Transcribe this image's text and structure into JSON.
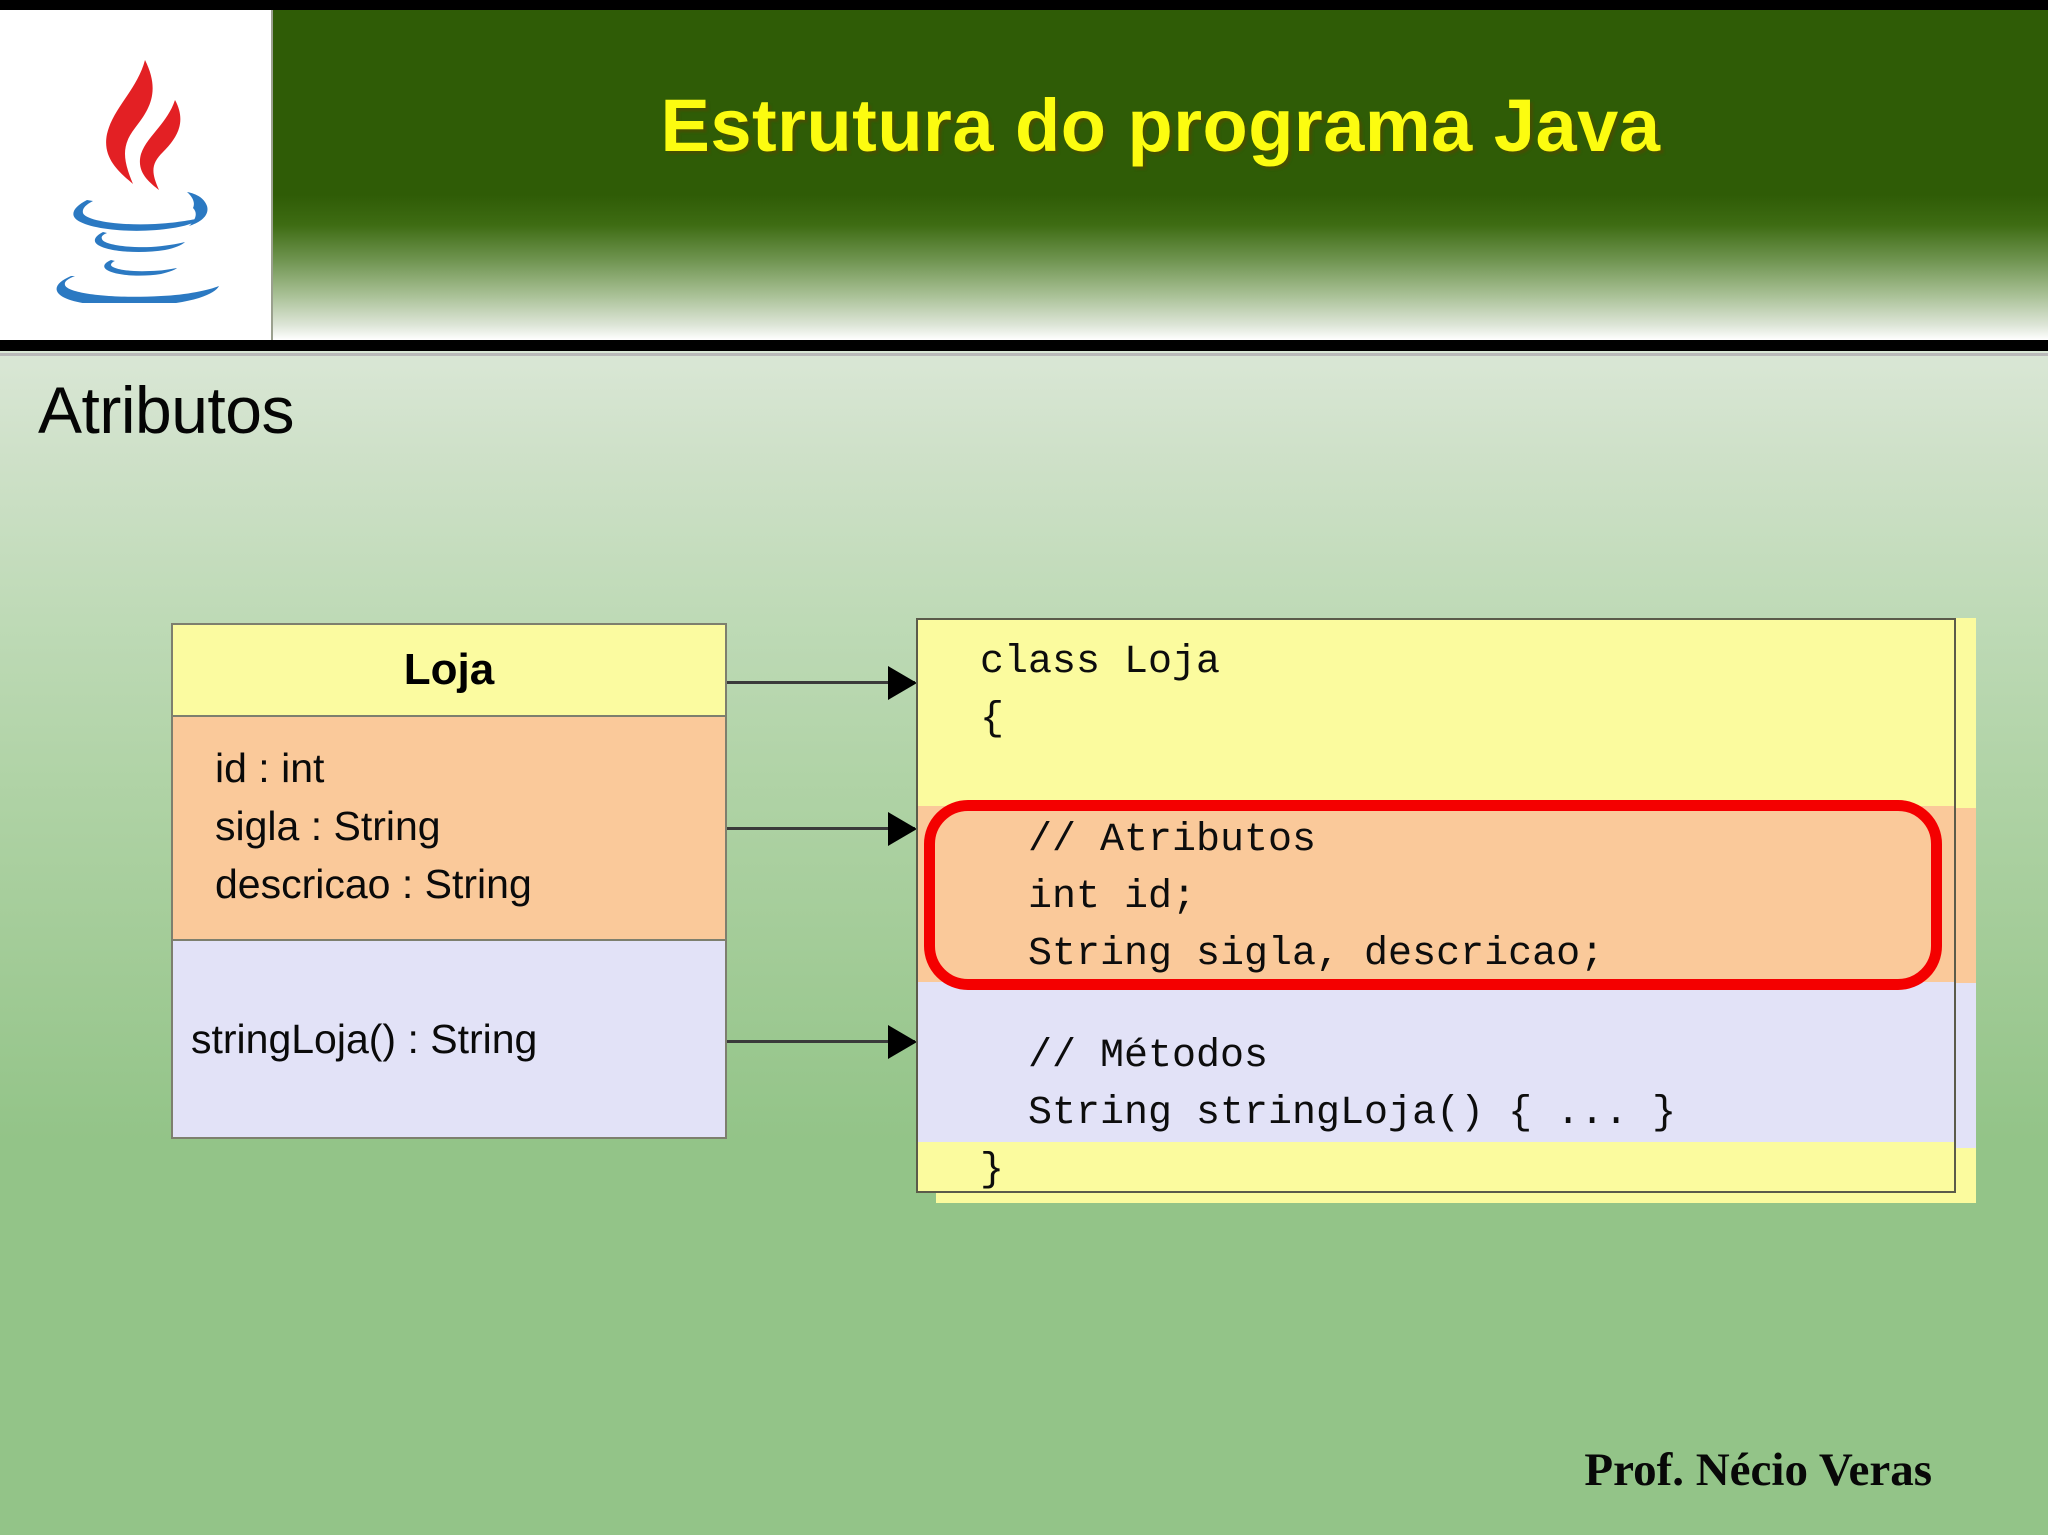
{
  "header": {
    "title": "Estrutura do programa Java",
    "logo_icon": "java-logo-icon",
    "title_color": "#fcfc10",
    "banner_color": "#2f5c06"
  },
  "section": {
    "title": "Atributos"
  },
  "uml_class": {
    "name": "Loja",
    "attributes": [
      "id : int",
      "sigla : String",
      "descricao : String"
    ],
    "methods": [
      "stringLoja() : String"
    ],
    "name_bg": "#fbfba0",
    "attrs_bg": "#fac99a",
    "methods_bg": "#e2e2f7"
  },
  "code_block": {
    "header_lines": [
      "class Loja",
      "{"
    ],
    "attribute_lines": [
      "// Atributos",
      "int id;",
      "String sigla, descricao;"
    ],
    "method_lines": [
      "// Métodos",
      "String stringLoja() { ... }"
    ],
    "closing_lines": [
      "}"
    ],
    "highlight_color": "#f40000",
    "header_bg": "#fbfb9e",
    "attrs_bg": "#fac99a",
    "methods_bg": "#e2e2f7"
  },
  "connectors": [
    {
      "label": "arrow-class-name"
    },
    {
      "label": "arrow-attributes"
    },
    {
      "label": "arrow-methods"
    }
  ],
  "footer": {
    "author": "Prof. Nécio Veras"
  }
}
